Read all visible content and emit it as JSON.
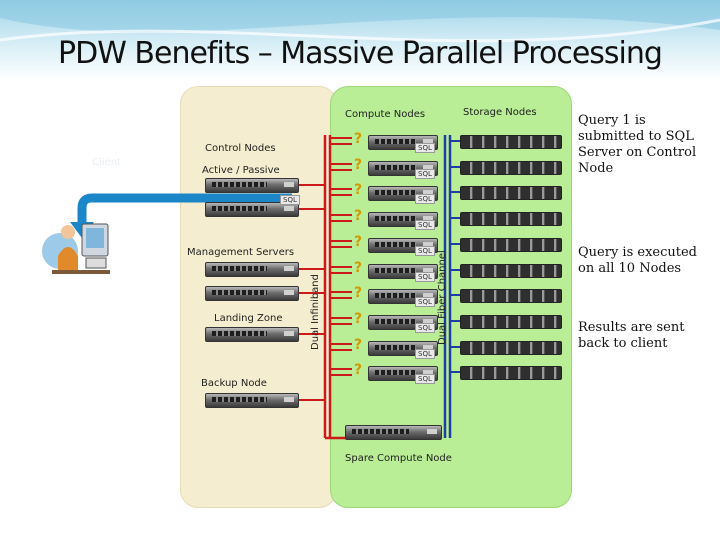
{
  "title": "PDW Benefits – Massive Parallel Processing",
  "labels": {
    "compute_nodes": "Compute Nodes",
    "storage_nodes": "Storage Nodes",
    "control_nodes": "Control Nodes",
    "active_passive": "Active / Passive",
    "management_servers": "Management Servers",
    "landing_zone": "Landing Zone",
    "backup_node": "Backup Node",
    "spare_compute_node": "Spare Compute Node",
    "dual_infiniband": "Dual Infiniband",
    "dual_fiber_channel": "Dual Fiber Channel",
    "client": "Client"
  },
  "sql_tag": "SQL",
  "query_mark": "?",
  "callouts": [
    "Query 1 is submitted to SQL Server on Control Node",
    "Query is executed on all 10 Nodes",
    "Results are sent back to client"
  ],
  "colors": {
    "infiniband": "#cc1a1a",
    "fiber_channel": "#1d3fa3",
    "query_flow": "#1b86c8",
    "compute_panel": "#b9ed96",
    "control_panel": "#f5edcf"
  }
}
